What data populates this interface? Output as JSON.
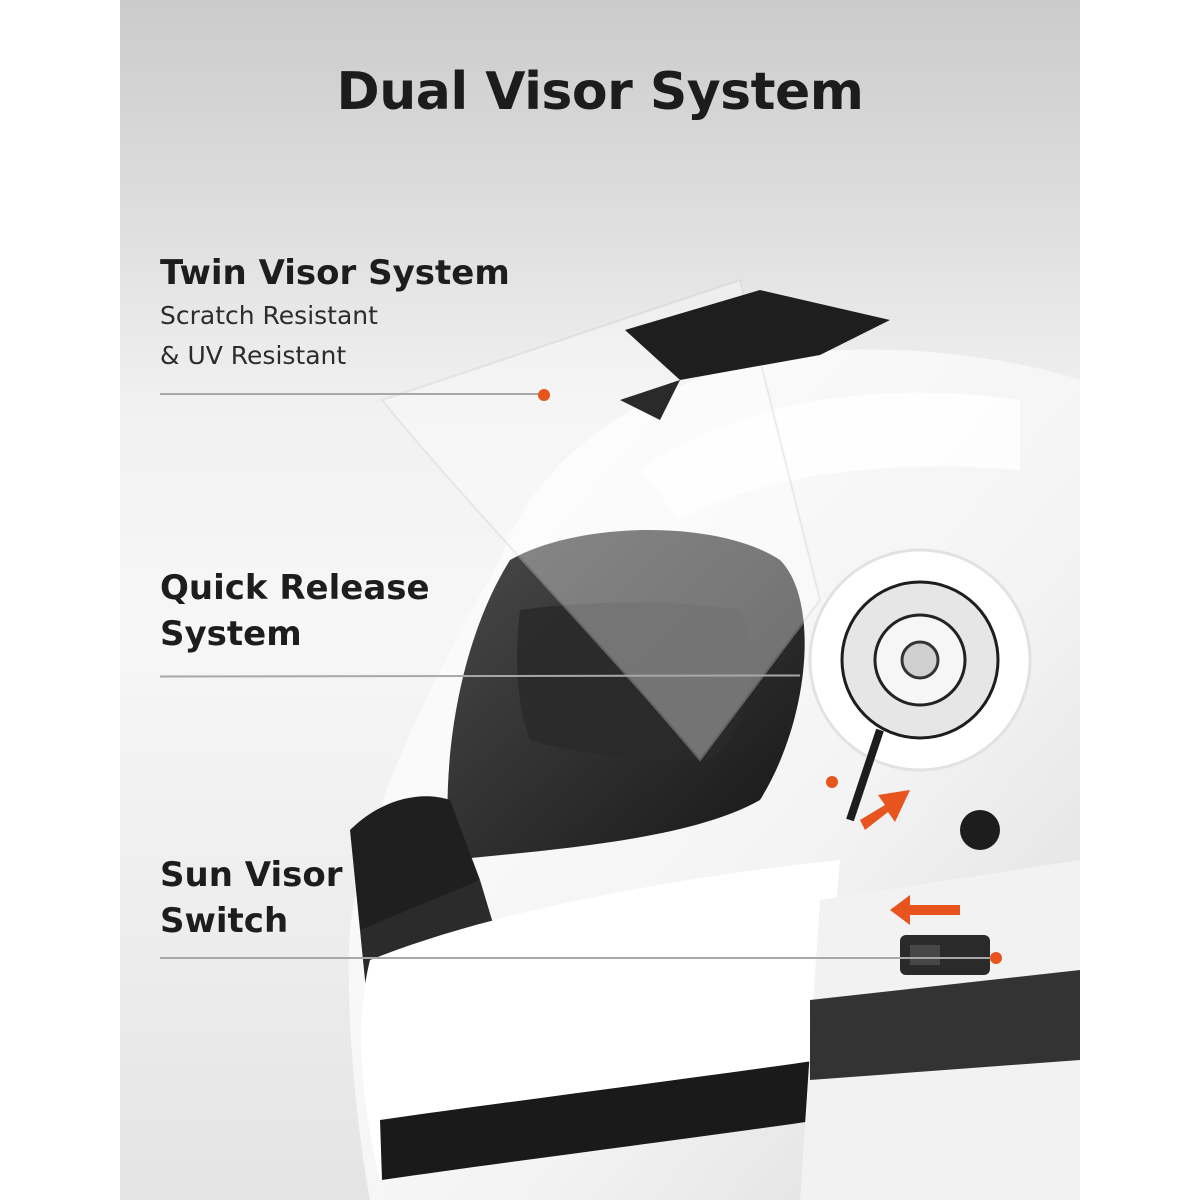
{
  "page": {
    "title": "Dual Visor System"
  },
  "features": [
    {
      "title": "Twin Visor System",
      "subtitle_lines": [
        "Scratch Resistant",
        "& UV Resistant"
      ]
    },
    {
      "title_lines": [
        "Quick Release",
        "System"
      ]
    },
    {
      "title_lines": [
        "Sun Visor",
        "Switch"
      ]
    }
  ],
  "icons": {
    "callout_dot": "orange-dot-icon",
    "arrow": "orange-arrow-icon"
  },
  "colors": {
    "accent": "#e8541e",
    "background": "#f3f3f3",
    "helmet": "#ffffff",
    "text": "#1d1d1d"
  }
}
